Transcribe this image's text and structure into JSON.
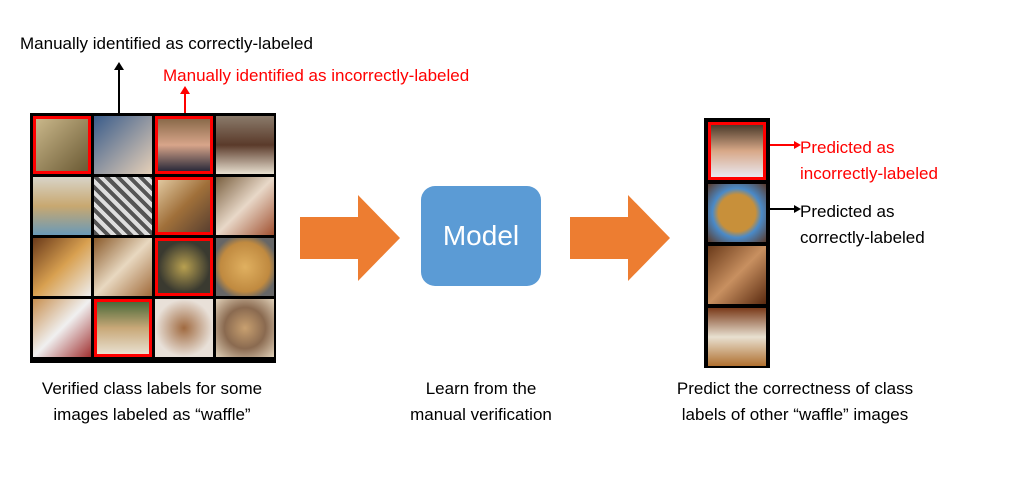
{
  "labels": {
    "correct_manual": "Manually identified as correctly-labeled",
    "incorrect_manual": "Manually identified as incorrectly-labeled",
    "pred_incorrect_1": "Predicted as",
    "pred_incorrect_2": "incorrectly-labeled",
    "pred_correct_1": "Predicted as",
    "pred_correct_2": "correctly-labeled"
  },
  "model": {
    "label": "Model"
  },
  "captions": {
    "left_1": "Verified class labels for some",
    "left_2": "images labeled as  “waffle”",
    "middle_1": "Learn from the",
    "middle_2": "manual verification",
    "right_1": "Predict the correctness of class",
    "right_2": "labels of other “waffle” images"
  },
  "colors": {
    "accent_red": "#ff0000",
    "arrow_orange": "#ed7d31",
    "model_blue": "#5b9bd5"
  }
}
